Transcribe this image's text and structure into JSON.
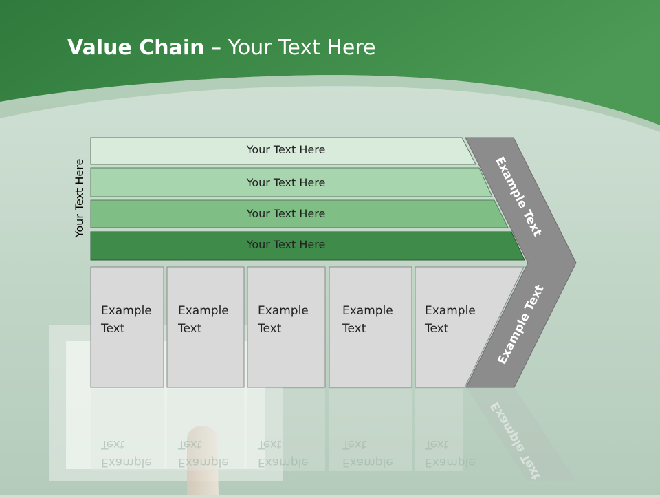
{
  "slide": {
    "title_bold": "Value Chain",
    "title_rest": " – Your Text Here",
    "side_label": "Your Text Here"
  },
  "support_bars": [
    {
      "label": "Your Text Here",
      "color": "#d9ecdc"
    },
    {
      "label": "Your Text Here",
      "color": "#a7d5ad"
    },
    {
      "label": "Your Text Here",
      "color": "#7fbf86"
    },
    {
      "label": "Your Text Here",
      "color": "#3f8b4a"
    }
  ],
  "primary_cells": [
    {
      "line1": "Example",
      "line2": "Text"
    },
    {
      "line1": "Example",
      "line2": "Text"
    },
    {
      "line1": "Example",
      "line2": "Text"
    },
    {
      "line1": "Example",
      "line2": "Text"
    },
    {
      "line1": "Example",
      "line2": "Text"
    }
  ],
  "chevron": {
    "upper_label": "Example Text",
    "lower_label": "Example Text",
    "color": "#8c8c8c"
  },
  "colors": {
    "header_green": "#3f8a4a",
    "cell_fill": "#d9d9d9"
  }
}
